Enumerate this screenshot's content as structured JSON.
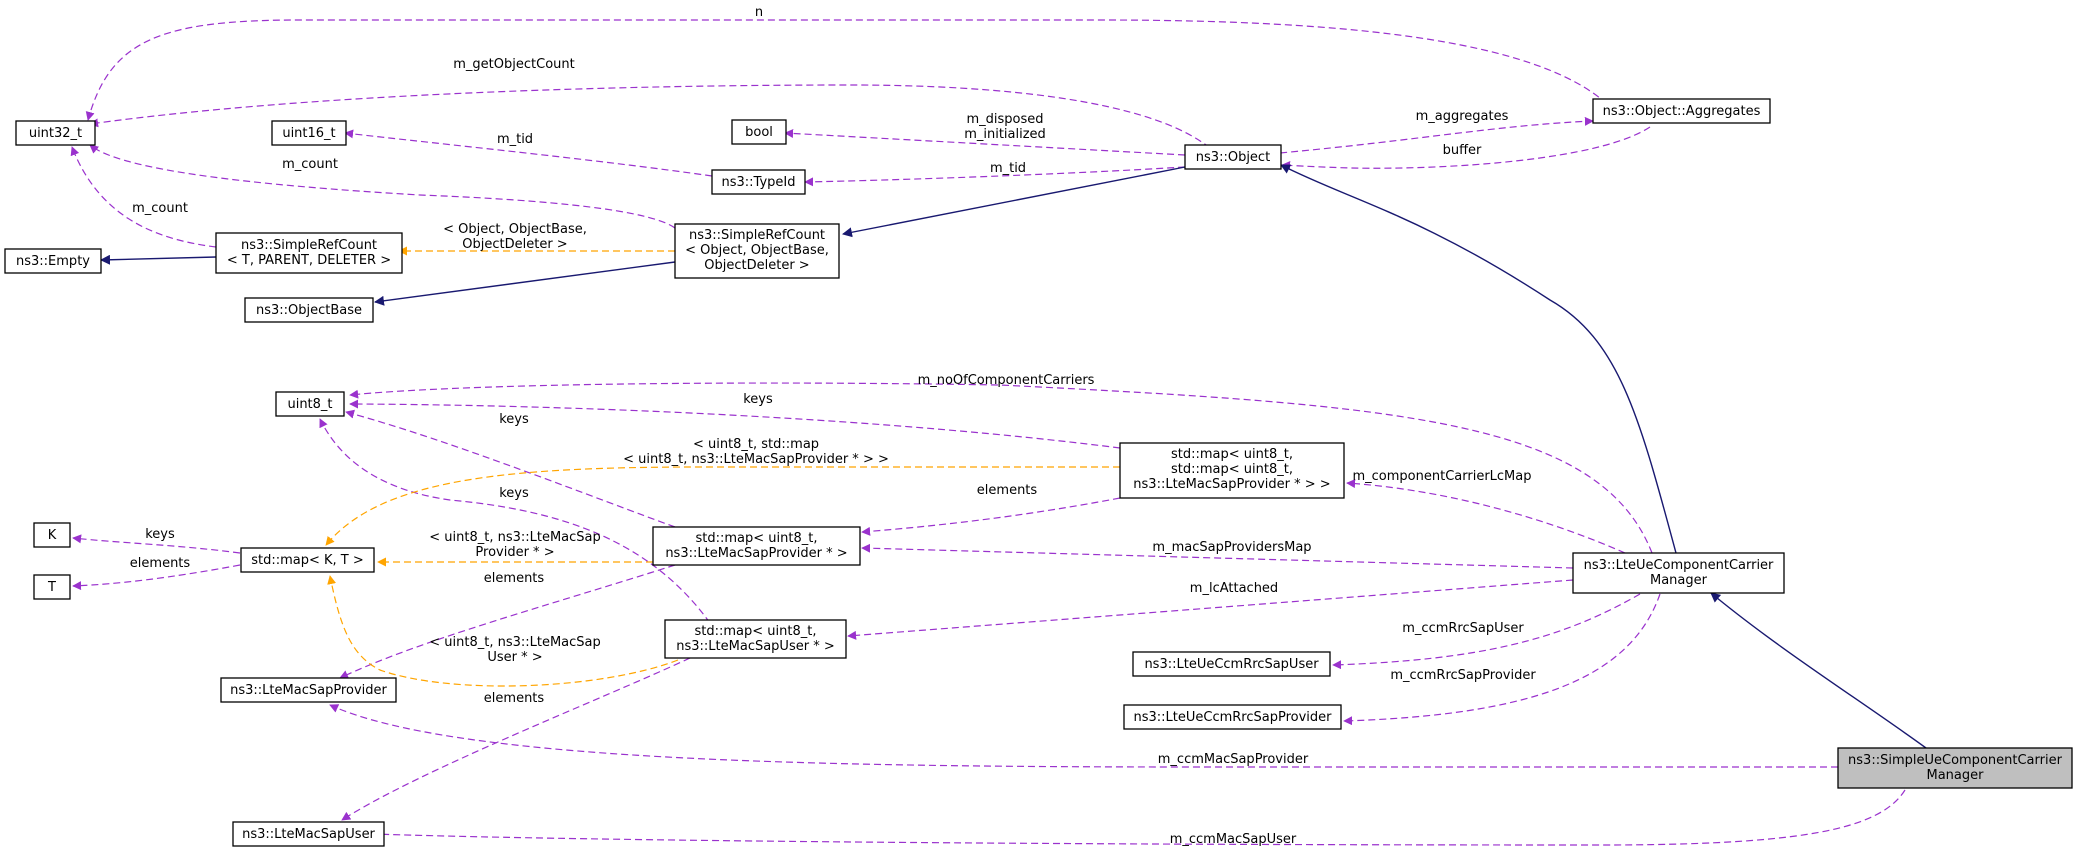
{
  "nodes": {
    "uint32_t": [
      "uint32_t"
    ],
    "uint16_t": [
      "uint16_t"
    ],
    "bool": [
      "bool"
    ],
    "typeid": [
      "ns3::TypeId"
    ],
    "object": [
      "ns3::Object"
    ],
    "aggregates": [
      "ns3::Object::Aggregates"
    ],
    "empty": [
      "ns3::Empty"
    ],
    "simplerefcount_tpl": [
      "ns3::SimpleRefCount",
      "< T, PARENT, DELETER >"
    ],
    "simplerefcount_obj": [
      "ns3::SimpleRefCount",
      "< Object, ObjectBase,",
      "ObjectDeleter >"
    ],
    "objectbase": [
      "ns3::ObjectBase"
    ],
    "uint8_t": [
      "uint8_t"
    ],
    "K": [
      "K"
    ],
    "T": [
      "T"
    ],
    "stdmap_kt": [
      "std::map< K, T >"
    ],
    "stdmap_nested": [
      "std::map< uint8_t,",
      "std::map< uint8_t,",
      "ns3::LteMacSapProvider * > >"
    ],
    "stdmap_provider": [
      "std::map< uint8_t,",
      "ns3::LteMacSapProvider * >"
    ],
    "stdmap_user": [
      "std::map< uint8_t,",
      "ns3::LteMacSapUser * >"
    ],
    "ccm_manager": [
      "ns3::LteUeComponentCarrier",
      "Manager"
    ],
    "ccm_rrc_user": [
      "ns3::LteUeCcmRrcSapUser"
    ],
    "ccm_rrc_provider": [
      "ns3::LteUeCcmRrcSapProvider"
    ],
    "mac_sap_provider": [
      "ns3::LteMacSapProvider"
    ],
    "mac_sap_user": [
      "ns3::LteMacSapUser"
    ],
    "simple_ccm_manager": [
      "ns3::SimpleUeComponentCarrier",
      "Manager"
    ]
  },
  "edge_labels": {
    "n": [
      "n"
    ],
    "m_getObjectCount": [
      "m_getObjectCount"
    ],
    "m_tid_u16": [
      "m_tid"
    ],
    "m_count_obj": [
      "m_count"
    ],
    "m_count_tpl": [
      "m_count"
    ],
    "m_disposed": [
      "m_disposed",
      "m_initialized"
    ],
    "m_tid_typeid": [
      "m_tid"
    ],
    "m_aggregates": [
      "m_aggregates"
    ],
    "buffer": [
      "buffer"
    ],
    "tpl_object": [
      "< Object, ObjectBase,",
      "ObjectDeleter >"
    ],
    "m_noOfComponentCarriers": [
      "m_noOfComponentCarriers"
    ],
    "keys_nested": [
      "keys"
    ],
    "keys_provider": [
      "keys"
    ],
    "tpl_nested": [
      "< uint8_t, std::map",
      "< uint8_t, ns3::LteMacSapProvider * > >"
    ],
    "keys_user": [
      "keys"
    ],
    "elements_nested": [
      "elements"
    ],
    "m_componentCarrierLcMap": [
      "m_componentCarrierLcMap"
    ],
    "keys_K": [
      "keys"
    ],
    "elements_T": [
      "elements"
    ],
    "tpl_provider": [
      "< uint8_t, ns3::LteMacSap",
      "Provider * >"
    ],
    "m_macSapProvidersMap": [
      "m_macSapProvidersMap"
    ],
    "elements_provider": [
      "elements"
    ],
    "m_lcAttached": [
      "m_lcAttached"
    ],
    "tpl_user": [
      "< uint8_t, ns3::LteMacSap",
      "User * >"
    ],
    "m_ccmRrcSapUser": [
      "m_ccmRrcSapUser"
    ],
    "elements_user": [
      "elements"
    ],
    "m_ccmRrcSapProvider": [
      "m_ccmRrcSapProvider"
    ],
    "m_ccmMacSapProvider": [
      "m_ccmMacSapProvider"
    ],
    "m_ccmMacSapUser": [
      "m_ccmMacSapUser"
    ]
  },
  "legend_colors": {
    "usage_edge": "#9a32cd",
    "template_edge": "#ffa500",
    "inheritance_edge": "#191970",
    "focus_node_fill": "#bfbfbf"
  }
}
